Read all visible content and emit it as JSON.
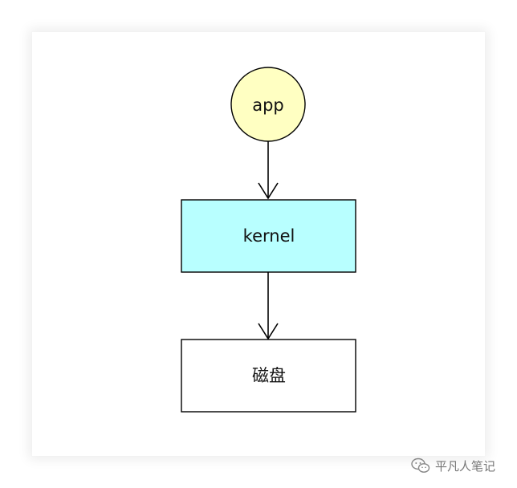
{
  "diagram": {
    "nodes": [
      {
        "id": "app",
        "label": "app",
        "shape": "circle",
        "fill": "#ffffc2"
      },
      {
        "id": "kernel",
        "label": "kernel",
        "shape": "rect",
        "fill": "#b8ffff"
      },
      {
        "id": "disk",
        "label": "磁盘",
        "shape": "rect",
        "fill": "#ffffff"
      }
    ],
    "edges": [
      {
        "from": "app",
        "to": "kernel"
      },
      {
        "from": "kernel",
        "to": "disk"
      }
    ],
    "stroke_color": "#000000"
  },
  "watermark": {
    "icon": "wechat-icon",
    "text": "平凡人笔记"
  }
}
